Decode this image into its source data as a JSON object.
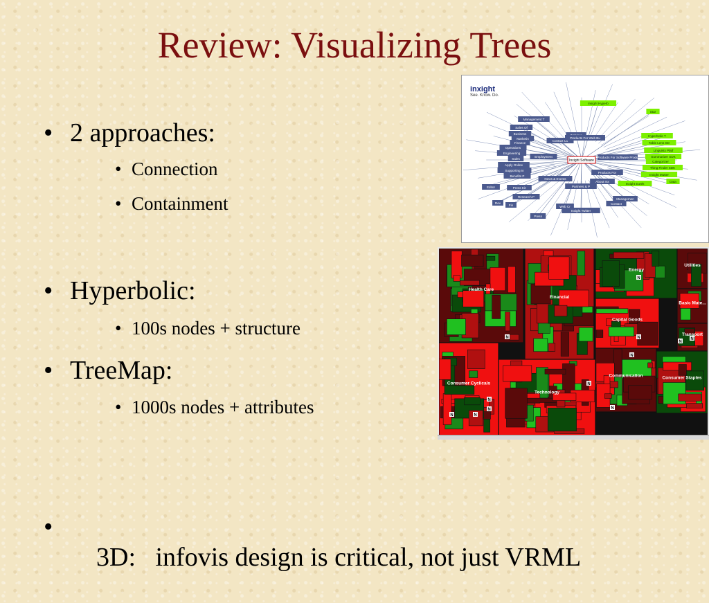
{
  "slide": {
    "title": "Review: Visualizing Trees",
    "bullets": [
      {
        "text": "2 approaches:",
        "sub": [
          "Connection",
          "Containment"
        ]
      },
      {
        "text": "Hyperbolic:",
        "sub": [
          "100s nodes + structure"
        ]
      },
      {
        "text": "TreeMap:",
        "sub": [
          "1000s nodes + attributes"
        ]
      },
      {
        "text": "3D:   infovis design is critical, not just VRML",
        "sub": []
      }
    ],
    "bullet_glyph": "•"
  },
  "hyperbolic_image": {
    "logo": "inxight",
    "tagline": "See. Know. Do.",
    "center_node": "Inxight Software",
    "nodes": [
      "Management T",
      "Sales Of",
      "Contact Us",
      "Employment",
      "Webinar",
      "Products For Web Bu",
      "Products For Software Produ",
      "Products For",
      "About Inx",
      "News & Events",
      "Partners & P",
      "Press Kit",
      "Research P",
      "Web Cr",
      "Inxight Twitter",
      "Contact",
      "Managemen",
      "Insight Hyperb",
      "Star",
      "Hyperbolic T",
      "Table Lens SD",
      "Linguistx Platf",
      "Summarizer SDK",
      "Categorizer",
      "Thing Finder SDK",
      "Inxight Mutter",
      "Inxight Eurek",
      "Data",
      "Business",
      "Marketin",
      "Finance",
      "Operations",
      "Engineering",
      "Sales",
      "Apply Online",
      "Supporting In",
      "Benefits P",
      "Editor",
      "Press",
      "Fin",
      "Rev"
    ],
    "highlight_color": "#7cf000",
    "node_color": "#4b5a8e"
  },
  "treemap_image": {
    "sectors": [
      "Health Care",
      "Financial",
      "Energy",
      "Utilities",
      "Basic Mate...",
      "Capital Goods",
      "Transport",
      "Consumer Cyclicals",
      "Technology",
      "Communication",
      "Consumer Staples"
    ],
    "marker": "N",
    "colors": {
      "bright_red": "#f01010",
      "red": "#b01010",
      "dark_red": "#5a0a0a",
      "dark_green": "#0a4a0a",
      "green": "#1a8a1a",
      "bright_green": "#20c020"
    }
  }
}
